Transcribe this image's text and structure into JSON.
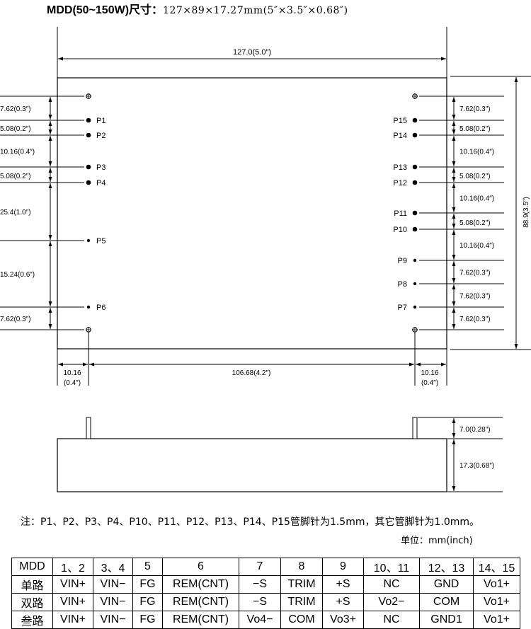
{
  "header": {
    "model": "MDD(50~150W)尺寸：",
    "dimensions": "127×89×17.27mm(5″×3.5″×0.68″)"
  },
  "top_view": {
    "overall_width": "127.0(5.0″)",
    "overall_height": "88.9(3.5″)",
    "left_pins": [
      {
        "name": "P1",
        "spacing": "7.62(0.3″)"
      },
      {
        "name": "P2",
        "spacing": "5.08(0.2″)"
      },
      {
        "name": "P3",
        "spacing": "10.16(0.4″)"
      },
      {
        "name": "P4",
        "spacing": "5.08(0.2″)"
      },
      {
        "name": "P5",
        "spacing": "25.4(1.0″)"
      },
      {
        "name": "P6",
        "spacing": "15.24(0.6″)"
      }
    ],
    "left_last_spacing": "7.62(0.3″)",
    "right_pins": [
      {
        "name": "P15",
        "spacing": "7.62(0.3″)"
      },
      {
        "name": "P14",
        "spacing": "5.08(0.2″)"
      },
      {
        "name": "P13",
        "spacing": "10.16(0.4″)"
      },
      {
        "name": "P12",
        "spacing": "5.08(0.2″)"
      },
      {
        "name": "P11",
        "spacing": "10.16(0.4″)"
      },
      {
        "name": "P10",
        "spacing": "5.08(0.2″)"
      },
      {
        "name": "P9",
        "spacing": "10.16(0.4″)"
      },
      {
        "name": "P8",
        "spacing": "7.62(0.3″)"
      },
      {
        "name": "P7",
        "spacing": "7.62(0.3″)"
      }
    ],
    "right_last_spacing": "7.62(0.3″)",
    "bottom_left_mm": "10.16",
    "bottom_left_in": "(0.4″)",
    "bottom_middle": "106.68(4.2″)",
    "bottom_right_mm": "10.16",
    "bottom_right_in": "(0.4″)"
  },
  "side_view": {
    "pin_height": "7.0(0.28″)",
    "body_height": "17.3(0.68″)"
  },
  "note": "注：P1、P2、P3、P4、P10、P11、P12、P13、P14、P15管脚针为1.5mm，其它管脚针为1.0mm。",
  "unit": "单位：mm(inch)",
  "pin_table": {
    "header": [
      "MDD",
      "1、2",
      "3、4",
      "5",
      "6",
      "7",
      "8",
      "9",
      "10、11",
      "12、13",
      "14、15"
    ],
    "rows": [
      [
        "单路",
        "VIN+",
        "VIN−",
        "FG",
        "REM(CNT)",
        "−S",
        "TRIM",
        "+S",
        "NC",
        "GND",
        "Vo1+"
      ],
      [
        "双路",
        "VIN+",
        "VIN−",
        "FG",
        "REM(CNT)",
        "−S",
        "TRIM",
        "+S",
        "Vo2−",
        "COM",
        "Vo1+"
      ],
      [
        "叁路",
        "VIN+",
        "VIN−",
        "FG",
        "REM(CNT)",
        "Vo4−",
        "COM",
        "Vo3+",
        "NC",
        "GND1",
        "Vo1+"
      ]
    ]
  }
}
